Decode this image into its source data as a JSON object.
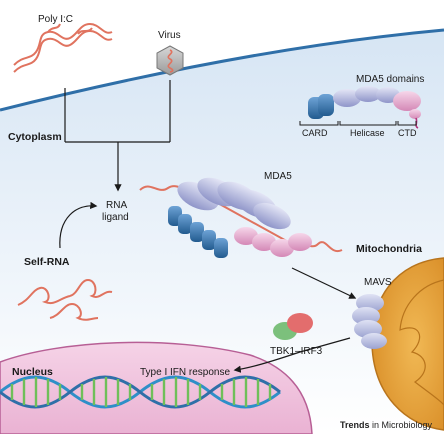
{
  "labels": {
    "poly_ic": "Poly I:C",
    "virus": "Virus",
    "cytoplasm": "Cytoplasm",
    "mda5_domains": "MDA5 domains",
    "card": "CARD",
    "helicase": "Helicase",
    "ctd": "CTD",
    "rna_ligand_line1": "RNA",
    "rna_ligand_line2": "ligand",
    "mda5": "MDA5",
    "self_rna": "Self-RNA",
    "mitochondria": "Mitochondria",
    "mavs": "MAVS",
    "nucleus": "Nucleus",
    "ifn_response": "Type I IFN response",
    "tbk1_irf3": "TBK1–IRF3"
  },
  "footer": {
    "journal_bold": "Trends",
    "journal_rest": " in Microbiology"
  },
  "colors": {
    "rna": "#e0735f",
    "membrane": "#2f6fa8",
    "cytoplasm_fill": "#dde9f5",
    "mito_fill": "#e8a33a",
    "nucleus_fill": "#f2c8e0",
    "card_blue": "#2f6fa8",
    "helicase_lavender": "#b4b8de",
    "ctd_pink": "#e4a6cc",
    "irf3_red": "#e36d6d",
    "tbk1_green": "#7cc07c"
  }
}
